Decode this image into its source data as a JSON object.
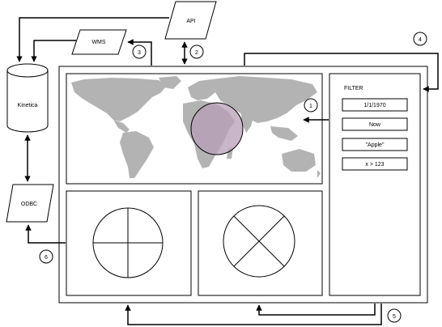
{
  "nodes": {
    "api": "API",
    "wms": "WMS",
    "kinetica": "Kinetica",
    "odbc": "ODBC"
  },
  "filter": {
    "title": "FILTER",
    "items": [
      "1/1/1970",
      "Now",
      "\"Apple\"",
      "x > 123"
    ]
  },
  "steps": [
    "1",
    "2",
    "3",
    "4",
    "5",
    "6"
  ],
  "colors": {
    "land": "#b3b3b3",
    "lens_fill": "#b79fb7",
    "stroke": "#000000"
  }
}
